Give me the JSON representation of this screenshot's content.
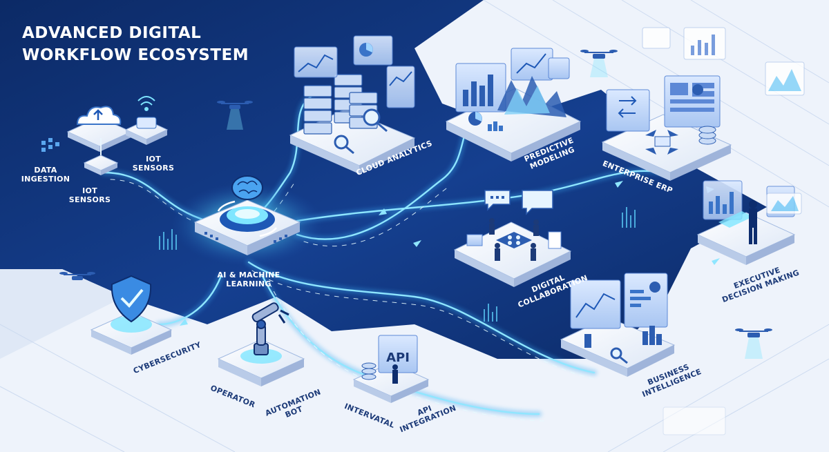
{
  "title": {
    "line1": "ADVANCED DIGITAL",
    "line2": "WORKFLOW ECOSYSTEM"
  },
  "nodes": {
    "data_ingestion": {
      "line1": "DATA",
      "line2": "INGESTION"
    },
    "iot_sensors_left": {
      "line1": "IOT",
      "line2": "SENSORS"
    },
    "iot_sensors_top": {
      "line1": "IOT",
      "line2": "SENSORS"
    },
    "cloud_analytics": {
      "line1": "CLOUD ANALYTICS"
    },
    "ai_machine_learning": {
      "line1": "AI & MACHINE",
      "line2": "LEARNING"
    },
    "predictive_modeling": {
      "line1": "PREDICTIVE",
      "line2": "MODELING"
    },
    "enterprise_erp": {
      "line1": "ENTERPRISE ERP"
    },
    "digital_collaboration": {
      "line1": "DIGITAL",
      "line2": "COLLABORATION"
    },
    "executive_decision_making": {
      "line1": "EXECUTIVE",
      "line2": "DECISION MAKING"
    },
    "cybersecurity": {
      "line1": "CYBERSECURITY"
    },
    "operator": {
      "line1": "OPERATOR"
    },
    "automation_bot": {
      "line1": "AUTOMATION",
      "line2": "BOT"
    },
    "intervatal": {
      "line1": "INTERVATAL"
    },
    "api_integration": {
      "line1": "API",
      "line2": "INTEGRATION"
    },
    "business_intelligence": {
      "line1": "BUSINESS",
      "line2": "INTELLIGENCE"
    }
  },
  "screens": {
    "api_sign": "API"
  },
  "colors": {
    "dark_blue": "#0d2d6e",
    "mid_blue": "#1e58b6",
    "glow_cyan": "#7fe6ff",
    "platform_light": "#edf2fb",
    "text_dark": "#1c3a78"
  },
  "icons": [
    "cloud-upload-icon",
    "wifi-icon",
    "brain-icon",
    "shield-check-icon",
    "robot-arm-icon",
    "drone-icon",
    "magnifier-icon",
    "server-rack-icon",
    "chat-bubble-icon"
  ]
}
